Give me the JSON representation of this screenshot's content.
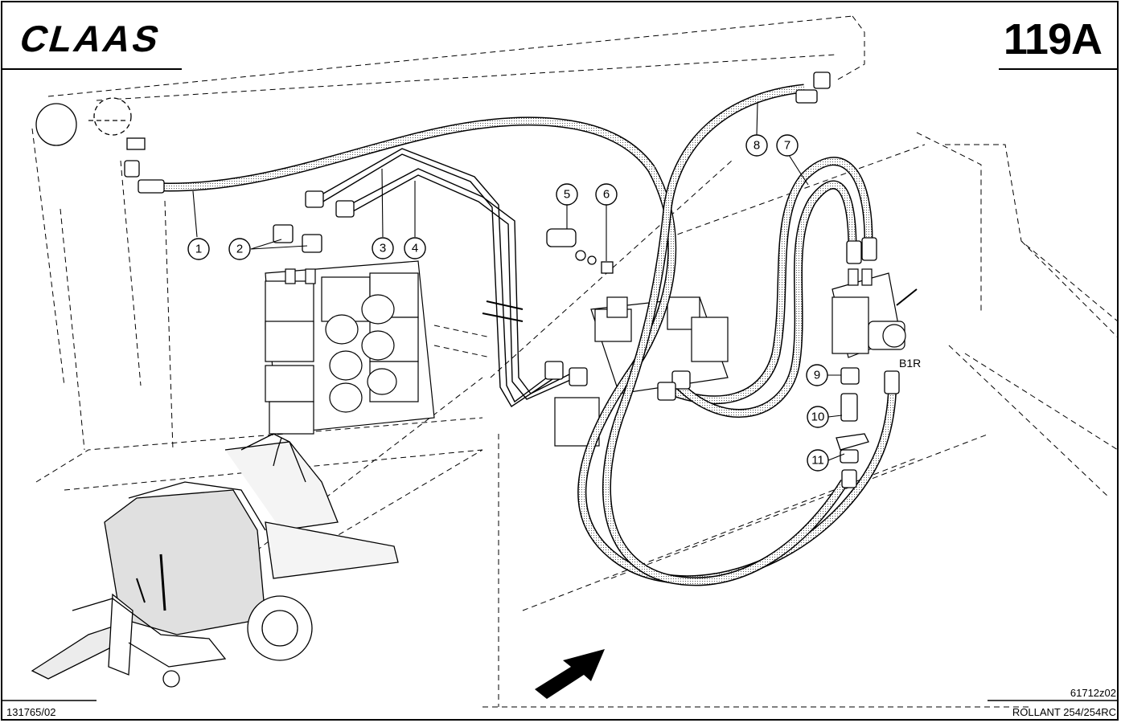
{
  "header": {
    "brand_logo_text": "CLAAS",
    "page_number": "119A"
  },
  "footer": {
    "doc_number": "131765/02",
    "drawing_code": "61712z02",
    "model_name": "ROLLANT 254/254RC"
  },
  "callouts": [
    "1",
    "2",
    "3",
    "4",
    "5",
    "6",
    "7",
    "8",
    "9",
    "10",
    "11"
  ],
  "labels": {
    "valve_port": "B1R"
  },
  "colors": {
    "line": "#000000",
    "background": "#ffffff",
    "hose_fill": "#bcbcbc",
    "machine_fill": "#ececec"
  }
}
